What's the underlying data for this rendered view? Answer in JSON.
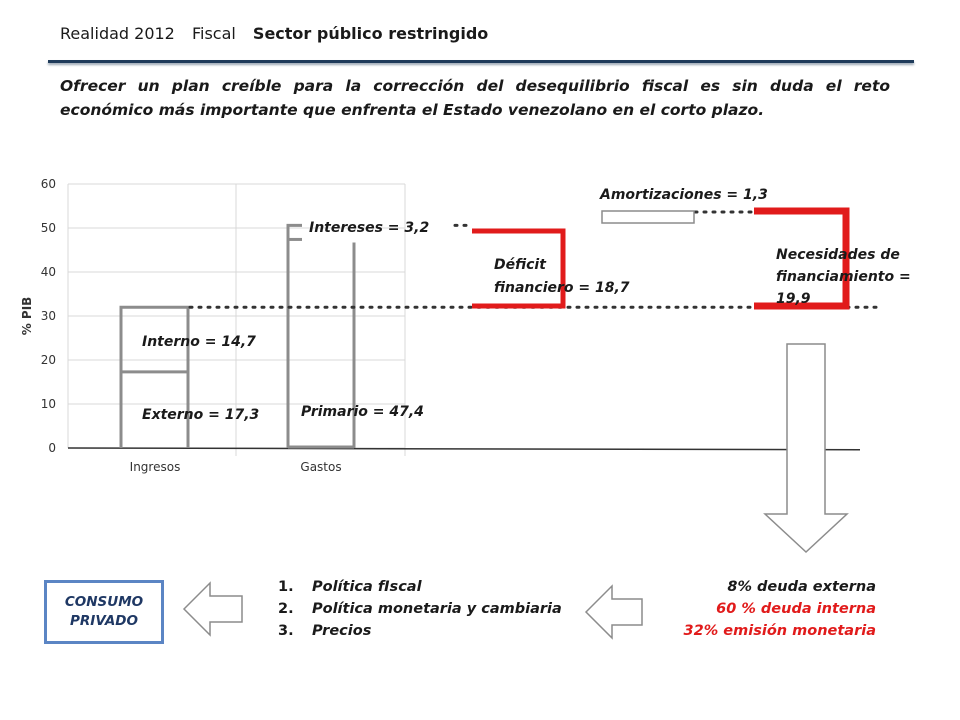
{
  "header": {
    "left": "Realidad 2012",
    "middle": "Fiscal",
    "title": "Sector público restringido"
  },
  "intro": "Ofrecer un plan creíble para la corrección del desequilibrio fiscal es sin duda el reto económico más importante que enfrenta el Estado venezolano en el corto plazo.",
  "chart_data": {
    "type": "bar",
    "ylabel": "% PIB",
    "ylim": [
      0,
      60
    ],
    "yticks": [
      0,
      10,
      20,
      30,
      40,
      50,
      60
    ],
    "categories": [
      "Ingresos",
      "Gastos"
    ],
    "grid": true,
    "ingresos": {
      "segments": [
        {
          "name": "Externo",
          "value": 17.3,
          "label": "Externo = 17,3"
        },
        {
          "name": "Interno",
          "value": 14.7,
          "label": "Interno = 14,7"
        }
      ]
    },
    "gastos": {
      "segments": [
        {
          "name": "Primario",
          "value": 47.4,
          "label": "Primario = 47,4"
        },
        {
          "name": "Intereses",
          "value": 3.2,
          "label": "Intereses = 3,2"
        }
      ]
    },
    "deficit": {
      "value": 18.7,
      "label_lines": [
        "Déficit",
        "financiero = 18,7"
      ]
    },
    "amortizaciones": {
      "value": 1.3,
      "label": "Amortizaciones = 1,3"
    },
    "necesidades": {
      "value": 19.9,
      "label_lines": [
        "Necesidades de",
        "financiamiento =",
        "19,9"
      ]
    },
    "accent_color": "#e11b1b"
  },
  "consumo": "CONSUMO\nPRIVADO",
  "policies": [
    {
      "num": "1.",
      "text": "Política fIscal"
    },
    {
      "num": "2.",
      "text": "Política monetaria y cambiaria"
    },
    {
      "num": "3.",
      "text": "Precios"
    }
  ],
  "financing": [
    {
      "text": "8% deuda externa",
      "color": "#1a1a1a"
    },
    {
      "text": "60 % deuda interna",
      "color": "#e11b1b"
    },
    {
      "text": "32% emisión monetaria",
      "color": "#e11b1b"
    }
  ]
}
